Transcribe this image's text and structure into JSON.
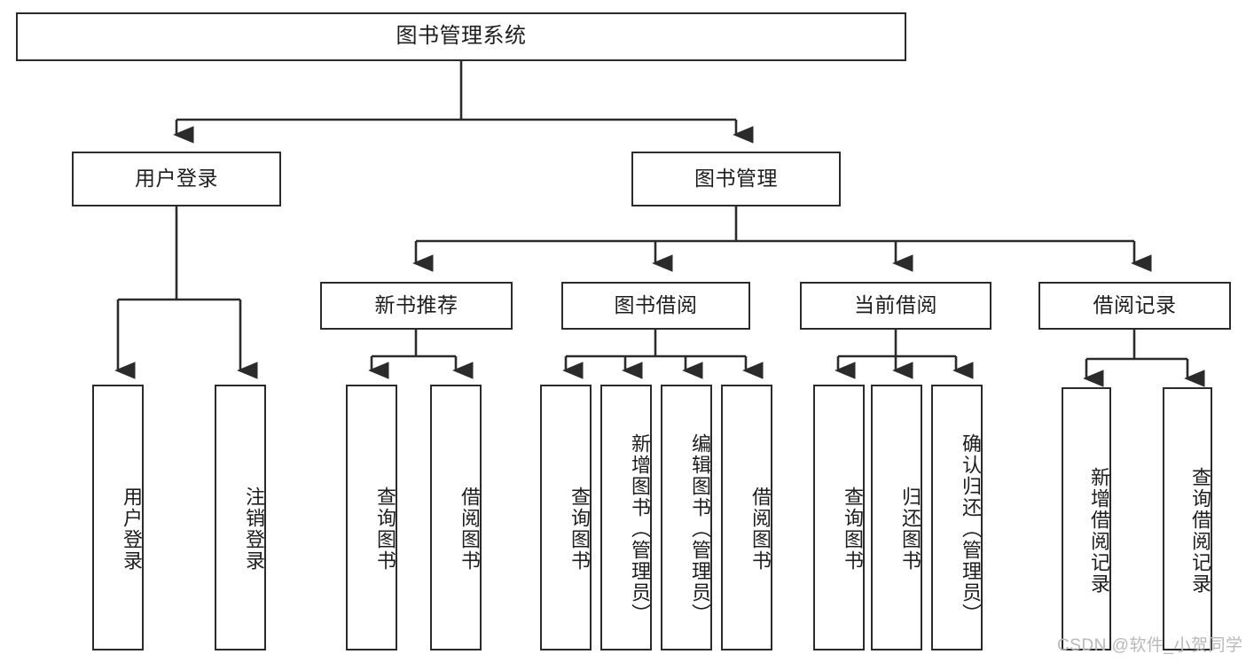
{
  "diagram": {
    "title": "图书管理系统",
    "type": "tree-hierarchy-diagram",
    "colors": {
      "stroke": "#2b2b2b",
      "fill": "#ffffff",
      "text": "#1d1d1d",
      "watermark": "#b9b9b9"
    },
    "root": {
      "label": "图书管理系统"
    },
    "level2": [
      {
        "label": "用户登录"
      },
      {
        "label": "图书管理"
      }
    ],
    "level3": [
      {
        "label": "新书推荐"
      },
      {
        "label": "图书借阅"
      },
      {
        "label": "当前借阅"
      },
      {
        "label": "借阅记录"
      }
    ],
    "leaves": {
      "user_login": [
        {
          "label": "用户登录"
        },
        {
          "label": "注销登录"
        }
      ],
      "new_book_recommend": [
        {
          "label": "查询图书"
        },
        {
          "label": "借阅图书"
        }
      ],
      "book_borrow": [
        {
          "label": "查询图书"
        },
        {
          "label": "新增图书（管理员）"
        },
        {
          "label": "编辑图书（管理员）"
        },
        {
          "label": "借阅图书"
        }
      ],
      "current_borrow": [
        {
          "label": "查询图书"
        },
        {
          "label": "归还图书"
        },
        {
          "label": "确认归还（管理员）"
        }
      ],
      "borrow_record": [
        {
          "label": "新增借阅记录"
        },
        {
          "label": "查询借阅记录"
        }
      ]
    },
    "watermark": "CSDN @软件_小贺同学"
  }
}
